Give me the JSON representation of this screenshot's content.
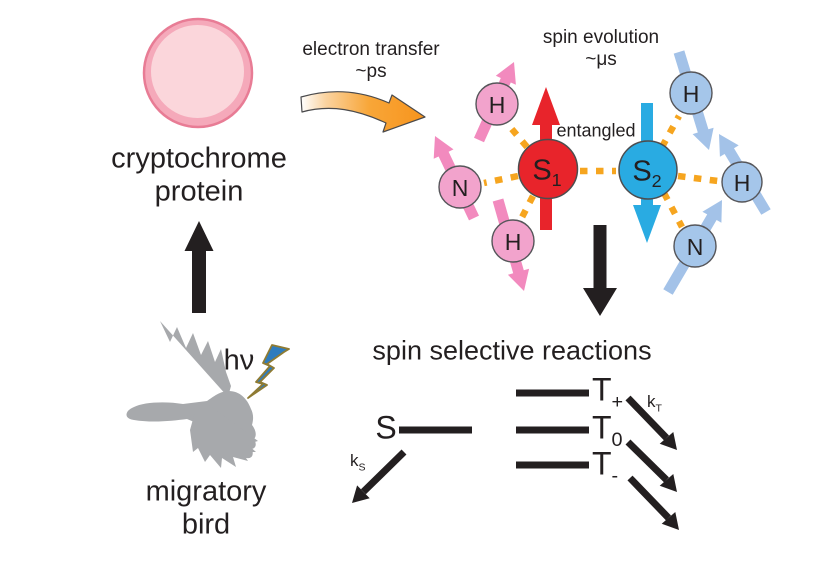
{
  "figure": {
    "protein": {
      "line1": "cryptochrome",
      "line2": "protein"
    },
    "bird": {
      "line1": "migratory",
      "line2": "bird",
      "photon_label": "hν"
    },
    "electron_transfer": {
      "line1": "electron transfer",
      "line2": "~ps"
    },
    "spin_evolution": {
      "line1": "spin evolution",
      "line2": "~μs"
    },
    "entangled_label": "entangled",
    "radical_pair": {
      "s1": {
        "main": "S",
        "sub": "1"
      },
      "s2": {
        "main": "S",
        "sub": "2"
      },
      "nuclei": [
        {
          "label": "H"
        },
        {
          "label": "N"
        },
        {
          "label": "H"
        },
        {
          "label": "H"
        },
        {
          "label": "H"
        },
        {
          "label": "N"
        }
      ]
    },
    "reactions": {
      "title": "spin selective reactions",
      "singlet": "S",
      "triplets": [
        {
          "main": "T",
          "sub": "+"
        },
        {
          "main": "T",
          "sub": "0"
        },
        {
          "main": "T",
          "sub": "-"
        }
      ],
      "k_singlet": {
        "main": "k",
        "sub": "S"
      },
      "k_triplet": {
        "main": "k",
        "sub": "T"
      }
    },
    "colors": {
      "radical_red": "#E8242B",
      "radical_blue": "#29ABE2",
      "nucleus_pink": "#F2A3CC",
      "spin_pink": "#F28ABE",
      "nucleus_blue": "#A5C6EA",
      "spin_blue": "#A3C2E8",
      "bond_orange": "#F6A51F",
      "bird_gray": "#A7A9AC",
      "bolt_blue": "#2E7CBE",
      "arrow_black": "#231F20"
    }
  }
}
